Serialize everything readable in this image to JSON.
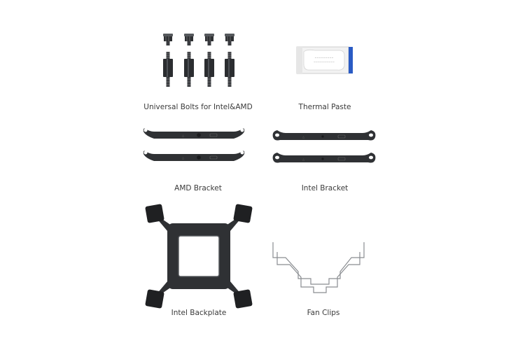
{
  "items": [
    {
      "label": "Universal Bolts for Intel&AMD"
    },
    {
      "label": "Thermal Paste"
    },
    {
      "label": "AMD Bracket"
    },
    {
      "label": "Intel Bracket"
    },
    {
      "label": "Intel Backplate"
    },
    {
      "label": "Fan Clips"
    }
  ],
  "colors": {
    "part_dark": "#2b2d30",
    "part_mid": "#4a4d52",
    "packet_blue": "#2a5bc4",
    "clip_wire": "#8a8d91"
  }
}
